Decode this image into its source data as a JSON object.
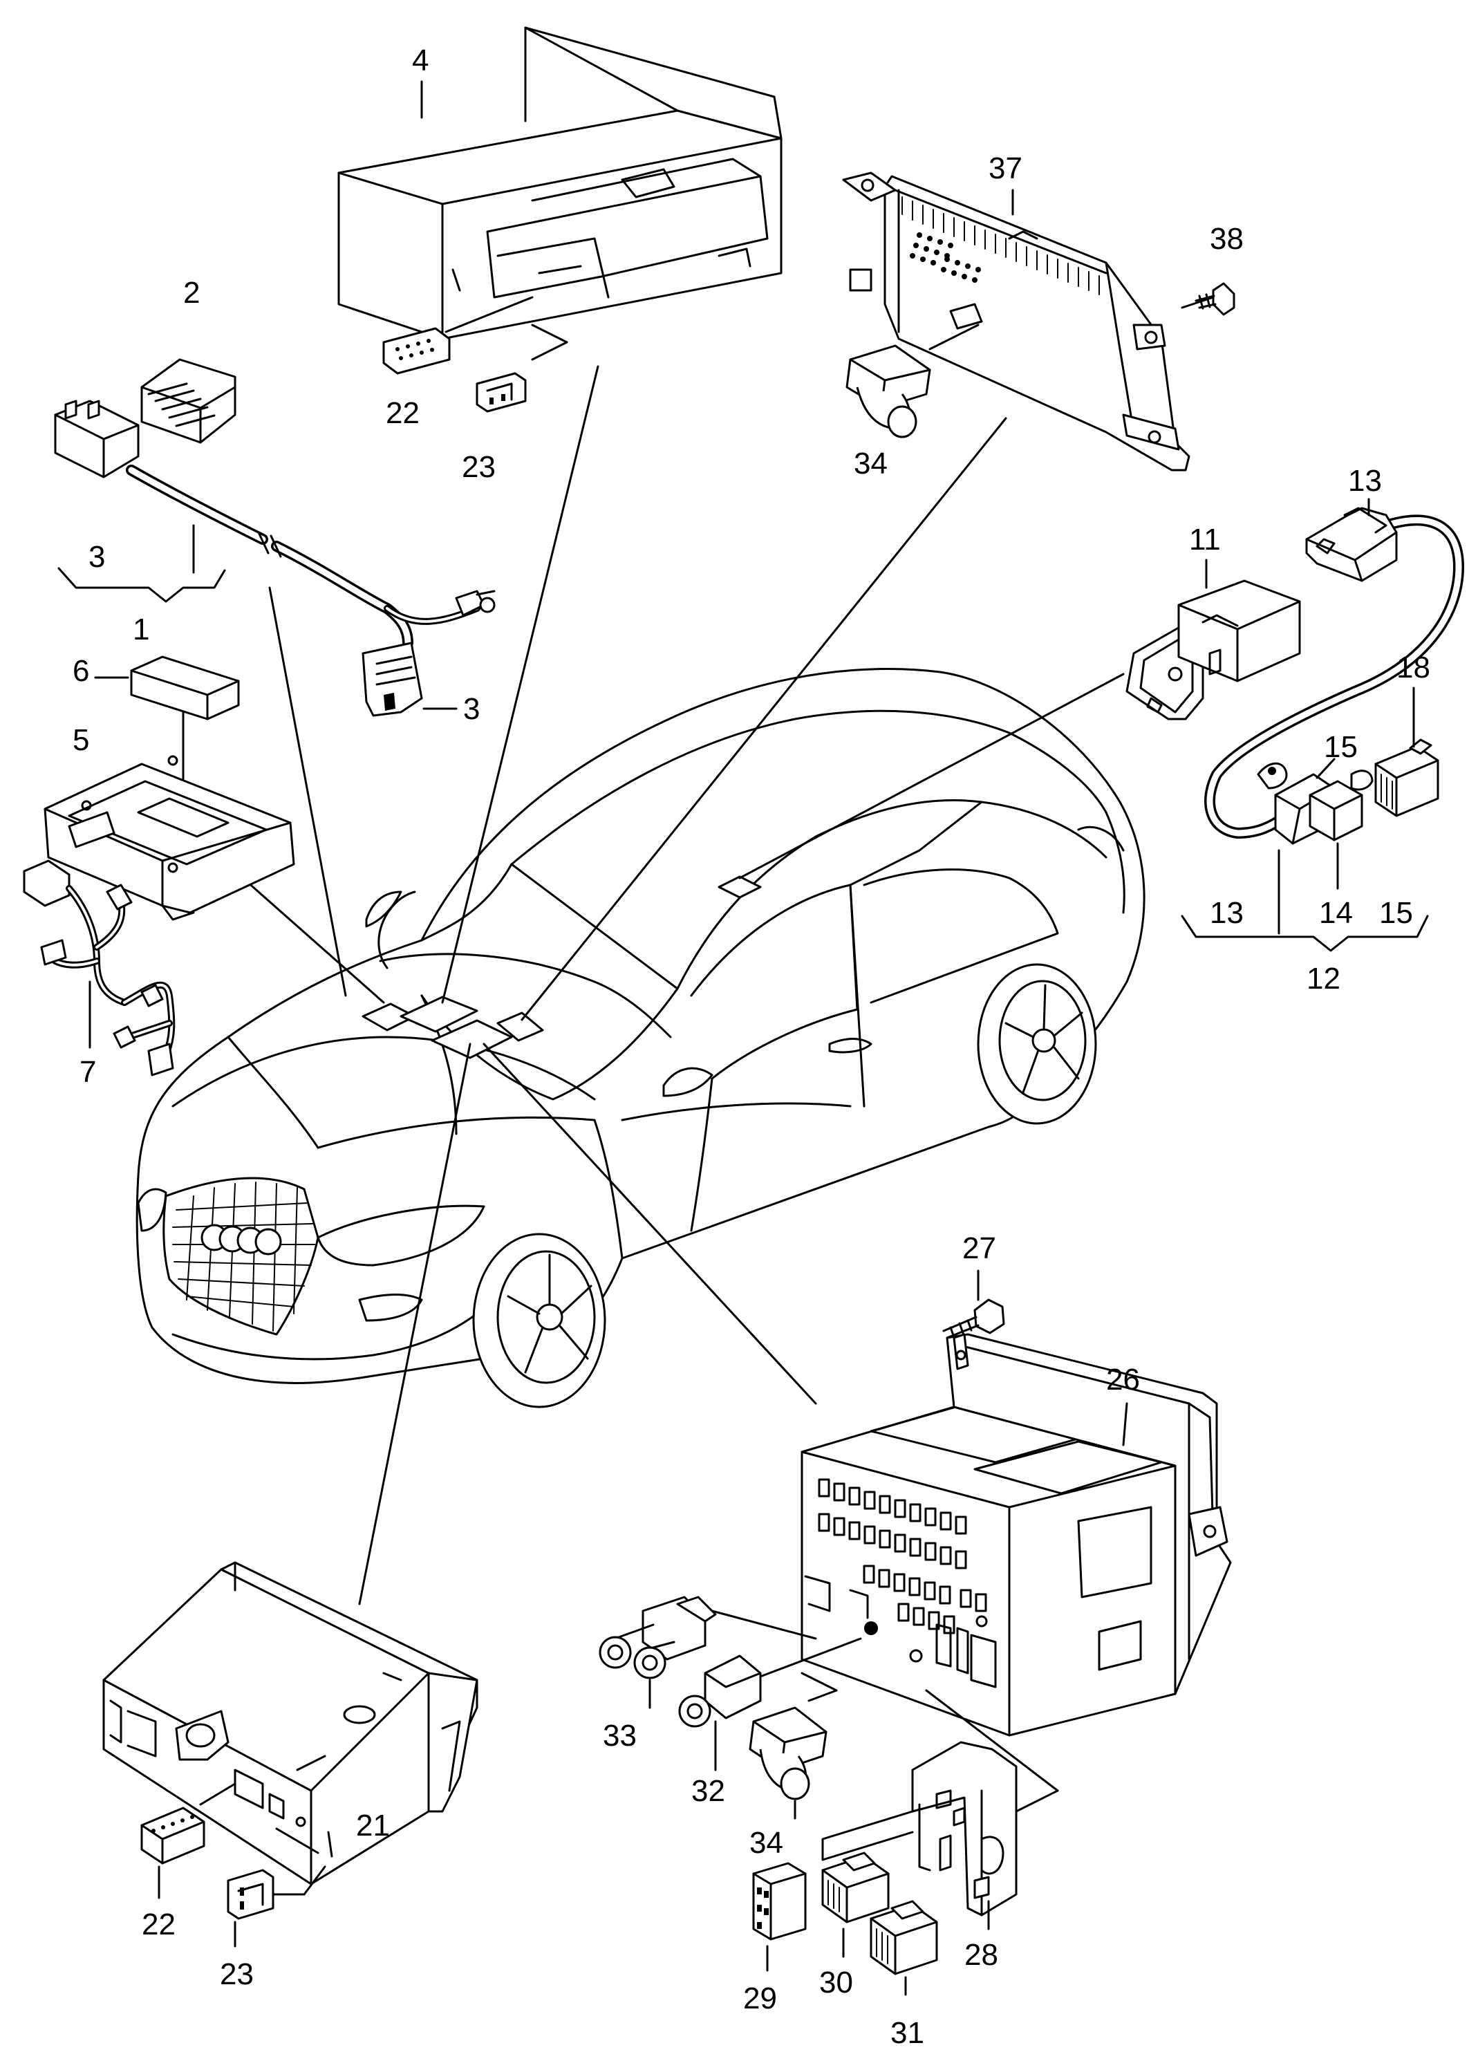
{
  "callouts": {
    "n1": "1",
    "n2": "2",
    "n3a": "3",
    "n3b": "3",
    "n4": "4",
    "n5": "5",
    "n6": "6",
    "n7": "7",
    "n11": "11",
    "n12": "12",
    "n13a": "13",
    "n13b": "13",
    "n14": "14",
    "n15a": "15",
    "n15b": "15",
    "n18": "18",
    "n21": "21",
    "n22a": "22",
    "n22b": "22",
    "n23a": "23",
    "n23b": "23",
    "n26": "26",
    "n27": "27",
    "n28": "28",
    "n29": "29",
    "n30": "30",
    "n31": "31",
    "n32": "32",
    "n33": "33",
    "n34a": "34",
    "n34b": "34",
    "n37": "37",
    "n38": "38"
  },
  "parts": [
    {
      "id": "unit-4",
      "label": "4"
    },
    {
      "id": "module-37",
      "label": "37"
    },
    {
      "id": "radio-26",
      "label": "26"
    },
    {
      "id": "radio-21",
      "label": "21"
    },
    {
      "id": "harness-12",
      "label": "12"
    }
  ]
}
